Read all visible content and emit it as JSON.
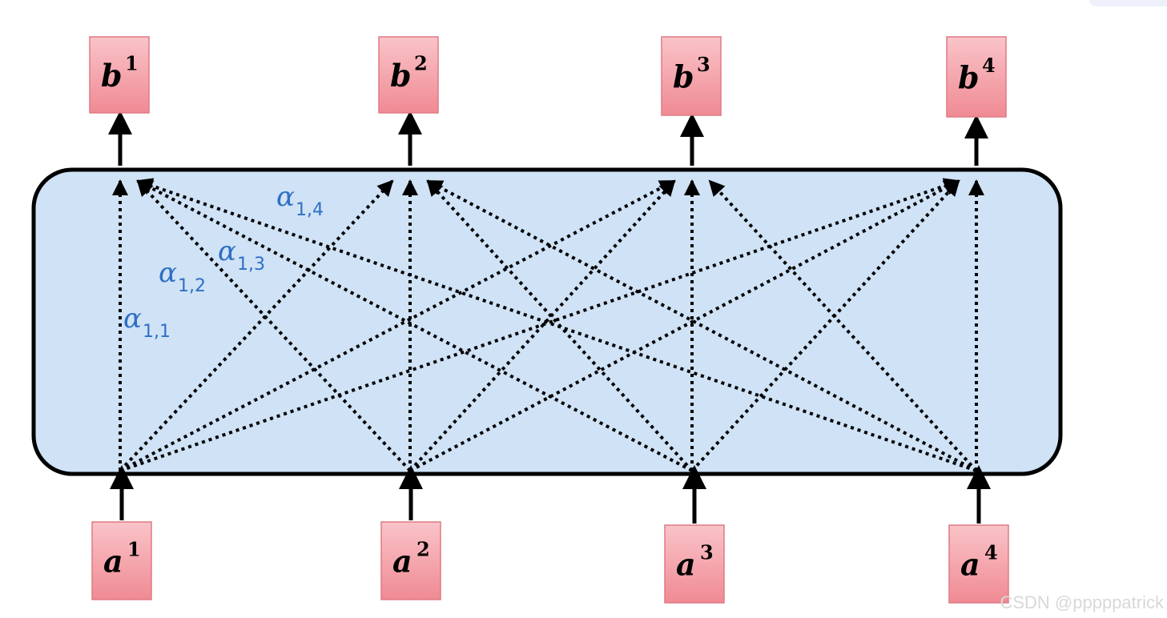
{
  "outputs": [
    {
      "letter": "b",
      "sup": "1"
    },
    {
      "letter": "b",
      "sup": "2"
    },
    {
      "letter": "b",
      "sup": "3"
    },
    {
      "letter": "b",
      "sup": "4"
    }
  ],
  "inputs": [
    {
      "letter": "a",
      "sup": "1"
    },
    {
      "letter": "a",
      "sup": "2"
    },
    {
      "letter": "a",
      "sup": "3"
    },
    {
      "letter": "a",
      "sup": "4"
    }
  ],
  "attention_labels": [
    {
      "symbol": "α",
      "sub": "1,1"
    },
    {
      "symbol": "α",
      "sub": "1,2"
    },
    {
      "symbol": "α",
      "sub": "1,3"
    },
    {
      "symbol": "α",
      "sub": "1,4"
    }
  ],
  "colors": {
    "node_fill_top": "#f9c4c8",
    "node_fill_bottom": "#f08a94",
    "node_border": "#e07a84",
    "block_fill": "#cfe2f6",
    "alpha_text": "#2f6fc4"
  },
  "watermark": "CSDN @pppppatrick"
}
